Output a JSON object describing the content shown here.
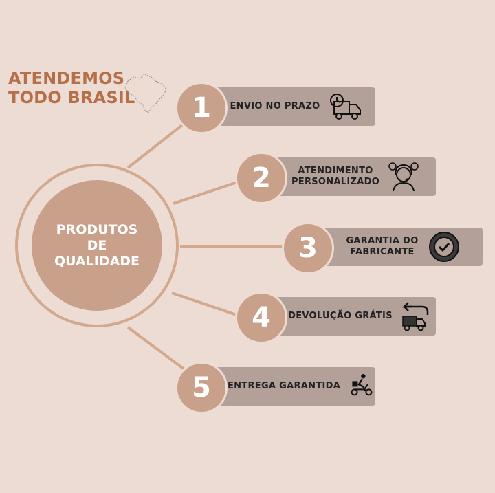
{
  "header": {
    "line1": "ATENDEMOS",
    "line2": "TODO BRASIL",
    "icon": "brazil-map-icon"
  },
  "hub": {
    "line1": "PRODUTOS",
    "line2": "DE",
    "line3": "QUALIDADE"
  },
  "items": [
    {
      "number": "1",
      "line1": "ENVIO NO PRAZO",
      "line2": "",
      "icon": "delivery-truck-clock-icon"
    },
    {
      "number": "2",
      "line1": "ATENDIMENTO",
      "line2": "PERSONALIZADO",
      "icon": "customer-support-agent-icon"
    },
    {
      "number": "3",
      "line1": "GARANTIA DO",
      "line2": "FABRICANTE",
      "icon": "quality-seal-icon"
    },
    {
      "number": "4",
      "line1": "DEVOLUÇÃO GRÁTIS",
      "line2": "",
      "icon": "return-truck-icon"
    },
    {
      "number": "5",
      "line1": "ENTREGA GARANTIDA",
      "line2": "",
      "icon": "motorbike-delivery-icon"
    }
  ],
  "colors": {
    "background": "#ecdcd3",
    "accent": "#c9a08a",
    "bar": "#b3a098",
    "title": "#b5704a",
    "ring": "#d4a88d"
  }
}
